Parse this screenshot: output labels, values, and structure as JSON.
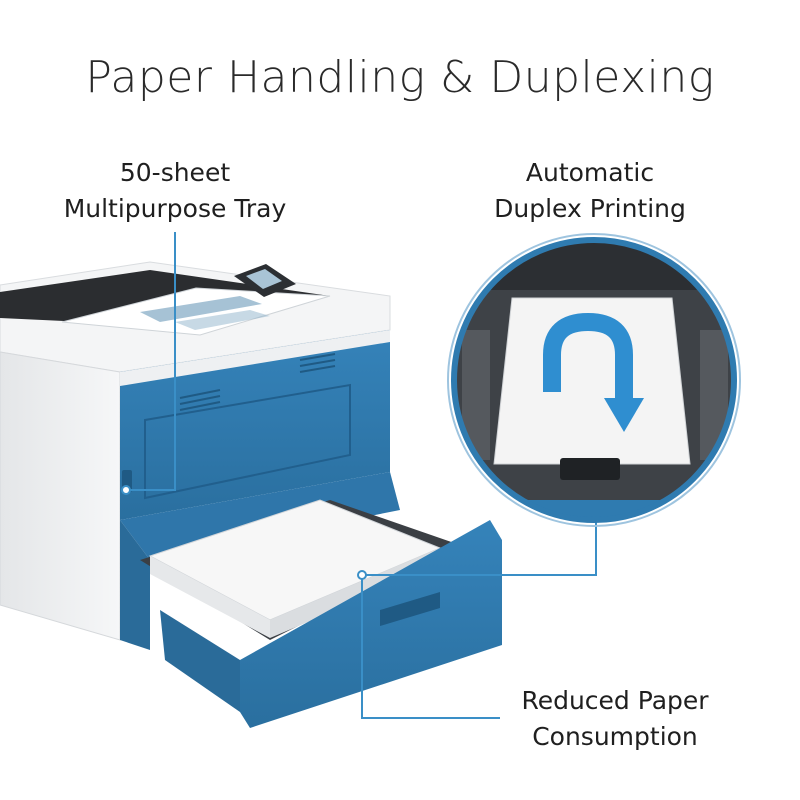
{
  "title": "Paper Handling & Duplexing",
  "callouts": {
    "tray": {
      "lines": [
        "50-sheet",
        "Multipurpose Tray"
      ]
    },
    "duplex": {
      "lines": [
        "Automatic",
        "Duplex Printing"
      ]
    },
    "reduced": {
      "lines": [
        "Reduced Paper",
        "Consumption"
      ]
    }
  },
  "colors": {
    "accent_blue": "#2f7bb0",
    "callout_line": "#3a8fc7",
    "printer_white": "#f2f3f4",
    "paper": "#f7f7f7"
  }
}
